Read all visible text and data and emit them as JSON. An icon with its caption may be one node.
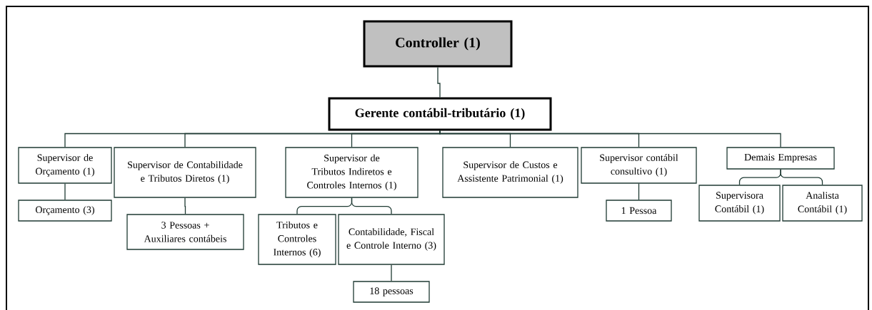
{
  "diagram": {
    "nodes": [
      {
        "text": [
          "Controller (1)"
        ]
      },
      {
        "text": [
          "Gerente contábil-tributário (1)"
        ]
      },
      {
        "text": [
          "Supervisor de Orçamento (1)"
        ]
      },
      {
        "text": [
          "Orçamento (3)"
        ]
      },
      {
        "text": [
          "Supervisor de Contabilidade e Tributos Diretos (1)"
        ]
      },
      {
        "text": [
          "3 Pessoas + Auxiliares contábeis"
        ]
      },
      {
        "text": [
          "Supervisor de Tributos Indiretos e Controles Internos (1)"
        ]
      },
      {
        "text": [
          "Tributos e Controles Internos (6)"
        ]
      },
      {
        "text": [
          "Contabilidade, Fiscal e Controle Interno (3)"
        ]
      },
      {
        "text": [
          "18 pessoas"
        ]
      },
      {
        "text": [
          "Supervisor de Custos e Assistente Patrimonial (1)"
        ]
      },
      {
        "text": [
          "Supervisor contábil consultivo (1)"
        ]
      },
      {
        "text": [
          "1 Pessoa"
        ]
      },
      {
        "text": [
          "Demais Empresas"
        ]
      },
      {
        "text": [
          "Supervisora Contábil (1)"
        ]
      },
      {
        "text": [
          "Analista Contábil (1)"
        ]
      }
    ],
    "edges": [
      {
        "from": 0,
        "to": 1,
        "arrow": "none"
      },
      {
        "from": 1,
        "to": 2,
        "arrow": "none"
      },
      {
        "from": 1,
        "to": 4,
        "arrow": "none"
      },
      {
        "from": 1,
        "to": 6,
        "arrow": "none"
      },
      {
        "from": 1,
        "to": 10,
        "arrow": "none"
      },
      {
        "from": 1,
        "to": 11,
        "arrow": "none"
      },
      {
        "from": 1,
        "to": 13,
        "arrow": "none"
      },
      {
        "from": 2,
        "to": 3,
        "arrow": "none"
      },
      {
        "from": 4,
        "to": 5,
        "arrow": "none"
      },
      {
        "from": 6,
        "to": 7,
        "arrow": "none"
      },
      {
        "from": 6,
        "to": 8,
        "arrow": "none"
      },
      {
        "from": 8,
        "to": 9,
        "arrow": "none"
      },
      {
        "from": 11,
        "to": 12,
        "arrow": "none"
      },
      {
        "from": 13,
        "to": 14,
        "arrow": "none"
      },
      {
        "from": 13,
        "to": 15,
        "arrow": "none"
      }
    ]
  }
}
